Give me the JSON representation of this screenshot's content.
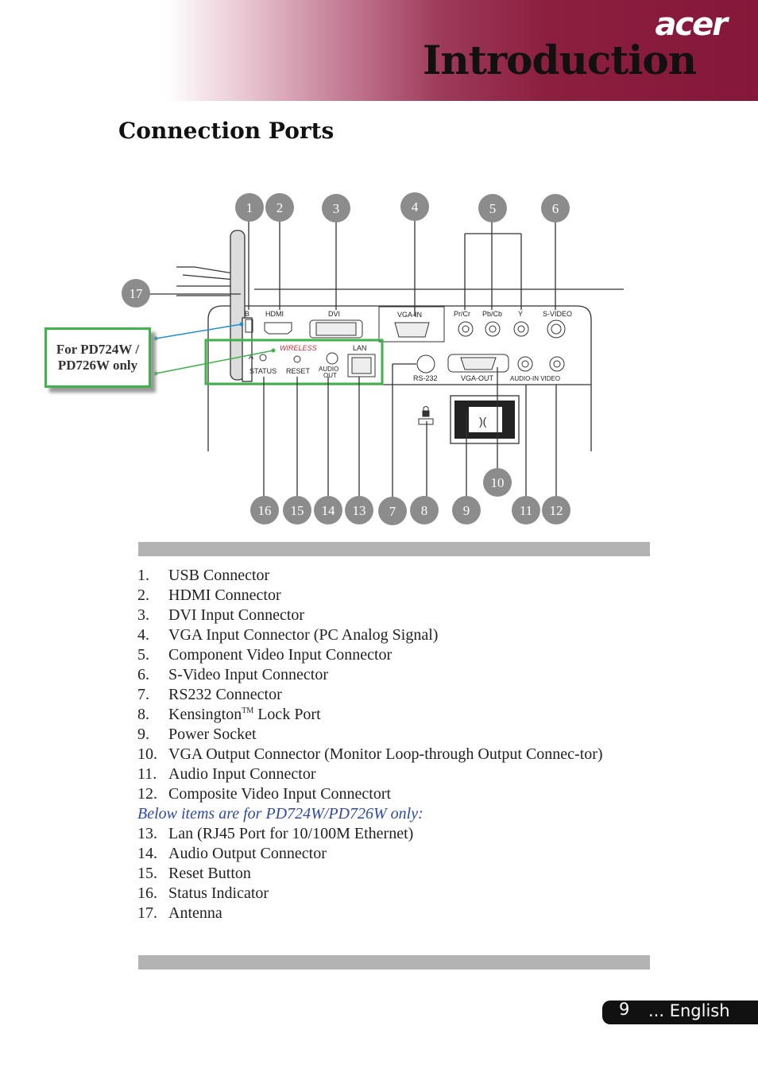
{
  "header": {
    "brand": "acer",
    "title": "Introduction"
  },
  "section": {
    "title": "Connection Ports"
  },
  "callout": {
    "line1": "For PD724W /",
    "line2": "PD726W only"
  },
  "diagram": {
    "callout_numbers": [
      "1",
      "2",
      "3",
      "4",
      "5",
      "6",
      "7",
      "8",
      "9",
      "10",
      "11",
      "12",
      "13",
      "14",
      "15",
      "16",
      "17"
    ],
    "port_labels": {
      "usb": "B",
      "hdmi": "HDMI",
      "dvi": "DVI",
      "vga_in": "VGA-IN",
      "pr_cr": "Pr/Cr",
      "pb_cb": "Pb/Cb",
      "y": "Y",
      "s_video": "S-VIDEO",
      "wireless": "WIRELESS",
      "lan": "LAN",
      "status_a": "A",
      "status": "STATUS",
      "reset": "RESET",
      "audio_out_1": "AUDIO",
      "audio_out_2": "OUT",
      "rs232": "RS-232",
      "vga_out": "VGA-OUT",
      "audio_in_video": "AUDIO-IN VIDEO"
    }
  },
  "items": [
    {
      "num": "1.",
      "text": "USB Connector"
    },
    {
      "num": "2.",
      "text": "HDMI Connector"
    },
    {
      "num": "3.",
      "text": "DVI Input Connector"
    },
    {
      "num": "4.",
      "text": "VGA Input Connector (PC Analog Signal)"
    },
    {
      "num": "5.",
      "text": "Component Video Input Connector"
    },
    {
      "num": "6.",
      "text": "S-Video Input Connector"
    },
    {
      "num": "7.",
      "text": "RS232 Connector"
    },
    {
      "num": "8.",
      "text_pre": "Kensington",
      "tm": "TM",
      "text_post": " Lock Port"
    },
    {
      "num": "9.",
      "text": "Power Socket"
    },
    {
      "num": "10.",
      "text": "VGA Output Connector (Monitor Loop-through Output Connec-tor)"
    },
    {
      "num": "11.",
      "text": "Audio Input Connector"
    },
    {
      "num": "12.",
      "text": "Composite Video Input Connectort"
    },
    {
      "num": "13.",
      "text": "Lan (RJ45 Port for 10/100M Ethernet)"
    },
    {
      "num": "14.",
      "text": "Audio Output Connector"
    },
    {
      "num": "15.",
      "text": "Reset Button"
    },
    {
      "num": "16.",
      "text": "Status Indicator"
    },
    {
      "num": "17.",
      "text": "Antenna"
    }
  ],
  "note": "Below items are for PD724W/PD726W only:",
  "footer": {
    "page": "9",
    "language": "... English"
  }
}
